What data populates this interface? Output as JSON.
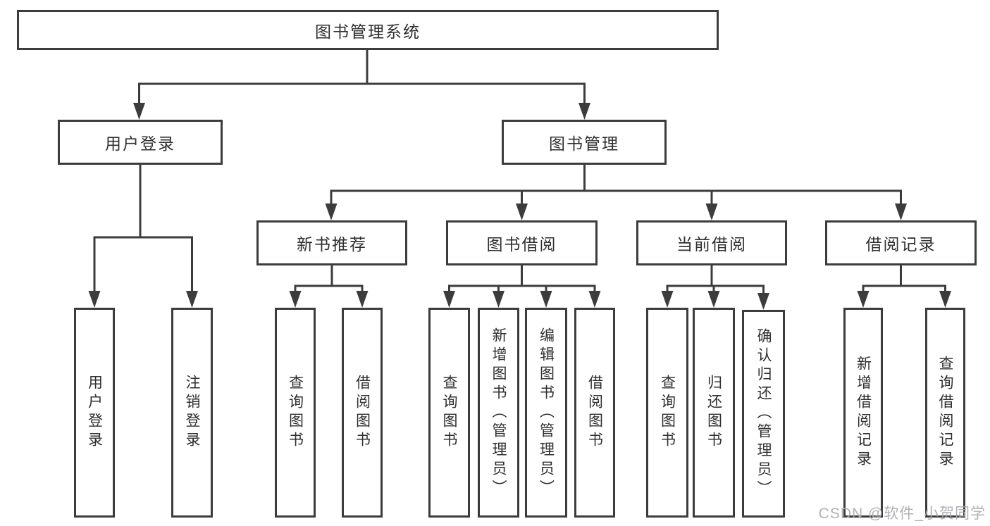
{
  "diagram_title": "图书管理系统",
  "tree": {
    "root": {
      "label": "图书管理系统"
    },
    "branches": [
      {
        "label": "用户登录",
        "children": [
          {
            "label": "用户登录"
          },
          {
            "label": "注销登录"
          }
        ]
      },
      {
        "label": "图书管理",
        "children": [
          {
            "label": "新书推荐",
            "children": [
              {
                "label": "查询图书"
              },
              {
                "label": "借阅图书"
              }
            ]
          },
          {
            "label": "图书借阅",
            "children": [
              {
                "label": "查询图书"
              },
              {
                "label": "新增图书（管理员）"
              },
              {
                "label": "编辑图书（管理员）"
              },
              {
                "label": "借阅图书"
              }
            ]
          },
          {
            "label": "当前借阅",
            "children": [
              {
                "label": "查询图书"
              },
              {
                "label": "归还图书"
              },
              {
                "label": "确认归还（管理员）"
              }
            ]
          },
          {
            "label": "借阅记录",
            "children": [
              {
                "label": "新增借阅记录"
              },
              {
                "label": "查询借阅记录"
              }
            ]
          }
        ]
      }
    ]
  },
  "watermark": {
    "text": "CSDN @软件_小贺同学"
  },
  "colors": {
    "background": "#ffffff",
    "box_border": "#3c3c3c",
    "line": "#3c3c3c",
    "text": "#2f2f2f",
    "watermark": "#acacb2"
  }
}
